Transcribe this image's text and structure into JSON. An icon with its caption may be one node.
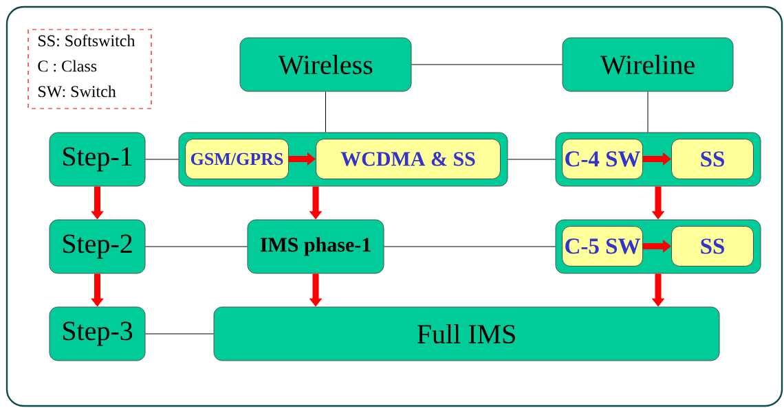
{
  "diagram": {
    "nodes": [
      {
        "text": [
          "Wireless"
        ]
      },
      {
        "text": [
          "Wireline"
        ]
      },
      {
        "text": [
          "Step-1"
        ]
      },
      {
        "text": [],
        "shape": "box"
      },
      {
        "text": [
          "GSM/GPRS"
        ],
        "in": 3
      },
      {
        "text": [
          "WCDMA & SS"
        ],
        "in": 3
      },
      {
        "text": [],
        "shape": "box"
      },
      {
        "text": [
          "C-4 SW"
        ],
        "in": 6
      },
      {
        "text": [
          "SS"
        ],
        "in": 6
      },
      {
        "text": [
          "Step-2"
        ]
      },
      {
        "text": [
          "IMS phase-1"
        ]
      },
      {
        "text": [],
        "shape": "box"
      },
      {
        "text": [
          "C-5 SW"
        ],
        "in": 11
      },
      {
        "text": [
          "SS"
        ],
        "in": 11
      },
      {
        "text": [
          "Step-3"
        ]
      },
      {
        "text": [
          "Full IMS"
        ]
      }
    ],
    "edges": [
      {
        "from": 0,
        "to": 1,
        "arrow": "none",
        "color": "#000000"
      },
      {
        "from": 0,
        "to": 3,
        "arrow": "none",
        "color": "#000000"
      },
      {
        "from": 1,
        "to": 6,
        "arrow": "none",
        "color": "#000000"
      },
      {
        "from": 2,
        "to": 3,
        "arrow": "none",
        "color": "#000000"
      },
      {
        "from": 4,
        "to": 5,
        "arrow": "to"
      },
      {
        "from": 3,
        "to": 6,
        "arrow": "none",
        "color": "#000000"
      },
      {
        "from": 7,
        "to": 8,
        "arrow": "to"
      },
      {
        "from": 2,
        "to": 9,
        "arrow": "to"
      },
      {
        "from": 3,
        "to": 10,
        "arrow": "to"
      },
      {
        "from": 6,
        "to": 11,
        "arrow": "to"
      },
      {
        "from": 9,
        "to": 10,
        "arrow": "none",
        "color": "#000000"
      },
      {
        "from": 10,
        "to": 11,
        "arrow": "none",
        "color": "#000000"
      },
      {
        "from": 12,
        "to": 13,
        "arrow": "to"
      },
      {
        "from": 9,
        "to": 14,
        "arrow": "to"
      },
      {
        "from": 10,
        "to": 15,
        "arrow": "to"
      },
      {
        "from": 11,
        "to": 15,
        "arrow": "to"
      },
      {
        "from": 14,
        "to": 15,
        "arrow": "none",
        "color": "#000000"
      }
    ],
    "labels": [
      "SS: Softswitch",
      "C : Class",
      "SW: Switch"
    ]
  }
}
